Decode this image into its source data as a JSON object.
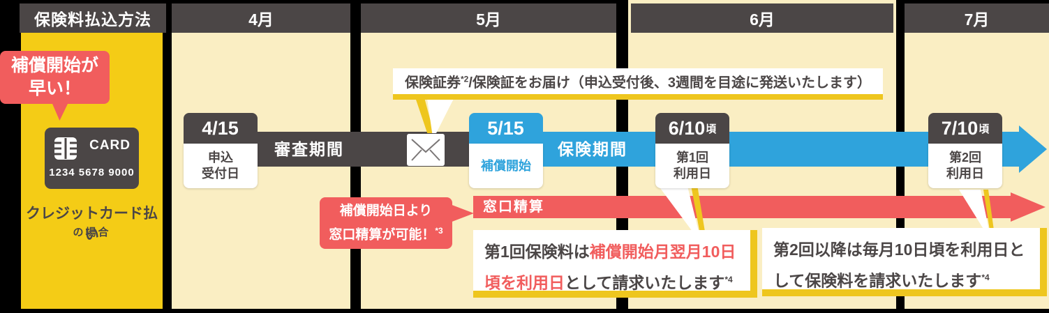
{
  "colors": {
    "background": "#000000",
    "panel_yellow": "#f4cc16",
    "column_cream": "#faeec3",
    "dark_gray": "#4b4646",
    "accent_blue": "#2fa3dc",
    "accent_red": "#f15d5d",
    "gold_border": "#eec61e"
  },
  "left_panel": {
    "header": "保険料払込方法",
    "badge_line1": "補償開始が",
    "badge_line2": "早い！",
    "card_label": "CARD",
    "card_number": "1234 5678 9000",
    "method": "クレジットカード払い",
    "method_case": "の場合"
  },
  "months": [
    "4月",
    "5月",
    "6月",
    "7月"
  ],
  "timeline": {
    "review_period_label": "審査期間",
    "insurance_period_label": "保険期間",
    "markers": [
      {
        "date": "4/15",
        "suffix": "",
        "line1": "申込",
        "line2": "受付日"
      },
      {
        "date": "5/15",
        "suffix": "",
        "line1": "補償開始",
        "line2": ""
      },
      {
        "date": "6/10",
        "suffix": "頃",
        "line1": "第1回",
        "line2": "利用日"
      },
      {
        "date": "7/10",
        "suffix": "頃",
        "line1": "第2回",
        "line2": "利用日"
      }
    ]
  },
  "delivery_callout": {
    "main": "保険証券",
    "sup": "*2",
    "rest": "/保険証をお届け（申込受付後、3週間を目途に発送いたします）"
  },
  "settlement": {
    "bar_label": "窓口精算",
    "bubble_line1": "補償開始日より",
    "bubble_line2": "窓口精算が可能！",
    "bubble_sup": "*3"
  },
  "notes": {
    "first": {
      "prefix": "第1回保険料は",
      "highlight": "補償開始月翌月10日頃を利用日",
      "suffix": "として請求いたします",
      "sup": "*4"
    },
    "second": {
      "text": "第2回以降は毎月10日頃を利用日として保険料を請求いたします",
      "sup": "*4"
    }
  }
}
